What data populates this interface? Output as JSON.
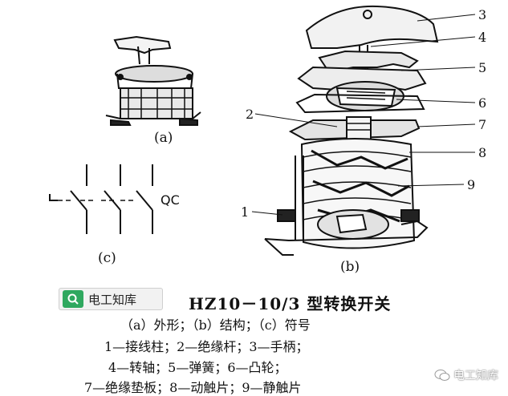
{
  "labels": {
    "a": "(a)",
    "b": "(b)",
    "c": "(c)",
    "qc": "QC"
  },
  "parts": [
    "1",
    "2",
    "3",
    "4",
    "5",
    "6",
    "7",
    "8",
    "9"
  ],
  "badge": {
    "icon": "search-icon",
    "text": "电工知库"
  },
  "title": "HZ10－10/3 型转换开关",
  "captions": [
    "（a）外形；（b）结构；（c）符号",
    "1—接线柱；2—绝缘杆；3—手柄；",
    "4—转轴；5—弹簧；6—凸轮；",
    "7—绝缘垫板；8—动触片；9—静触片"
  ],
  "watermark": {
    "icon": "wechat-icon",
    "text": "电工知库"
  }
}
